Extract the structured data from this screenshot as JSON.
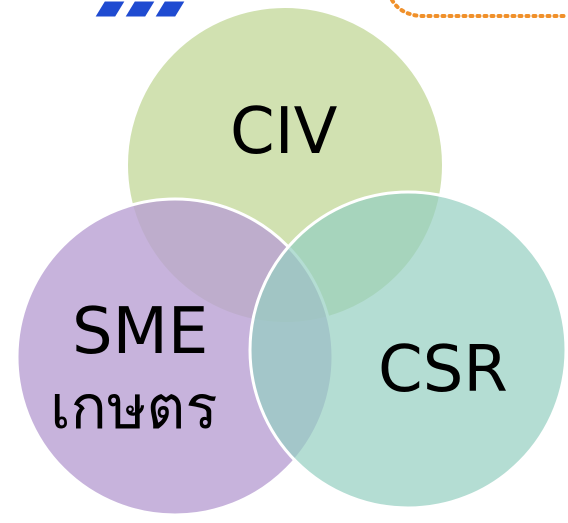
{
  "diagram": {
    "circles": [
      {
        "id": "civ",
        "label": "CIV",
        "color": "#c9dca3"
      },
      {
        "id": "sme",
        "label": "SME",
        "sublabel": "เกษตร",
        "color": "#c3aedb"
      },
      {
        "id": "csr",
        "label": "CSR",
        "color": "#a6d6ca"
      }
    ],
    "accent_colors": {
      "stripes": "#1f4bd1",
      "stripe_edge": "#ffffff",
      "dotted_box": "#f0902a"
    }
  }
}
